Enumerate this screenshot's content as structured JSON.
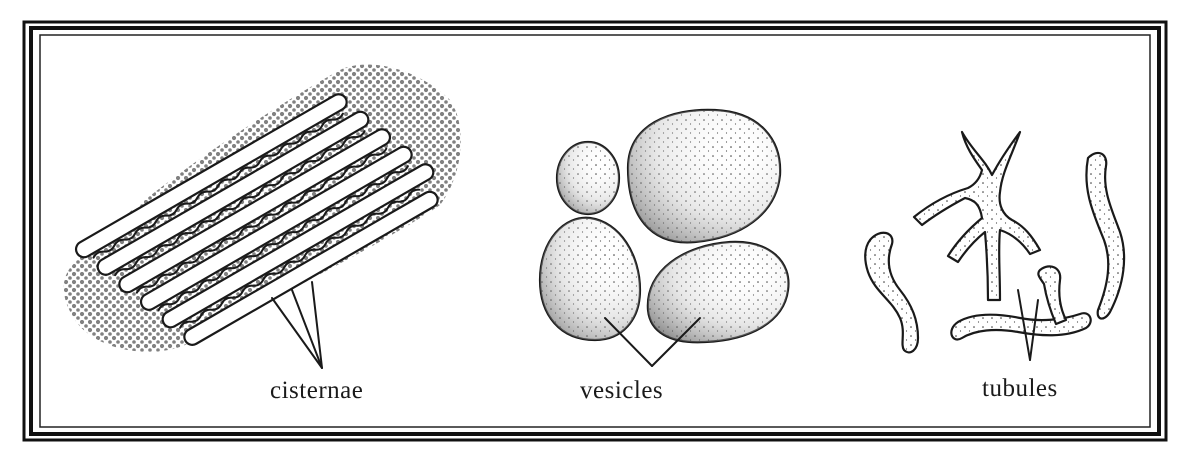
{
  "labels": {
    "cisternae": "cisternae",
    "vesicles": "vesicles",
    "tubules": "tubules"
  },
  "colors": {
    "ink": "#1a1a1a",
    "frame": "#111111",
    "background": "#ffffff"
  }
}
